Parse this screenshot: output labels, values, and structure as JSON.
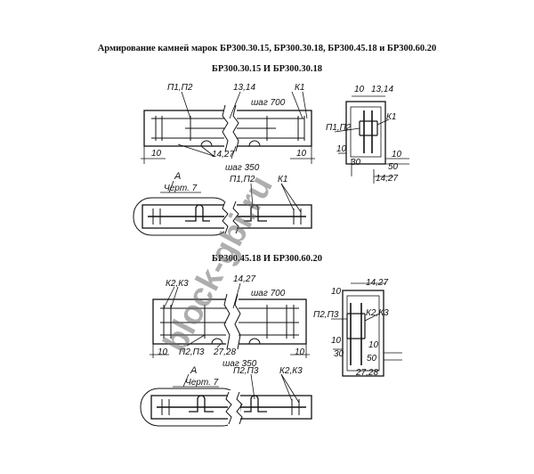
{
  "title": "Армирование камней марок БР300.30.15, БР300.30.18, БР300.45.18 и БР300.60.20",
  "section1": {
    "heading": "БР300.30.15 И БР300.30.18",
    "labels": {
      "p1p2": "П1,П2",
      "b1314": "13,14",
      "k1": "К1",
      "step700": "шаг 700",
      "b1427": "14,27",
      "step350": "шаг 350",
      "d10a": "10",
      "d10b": "10",
      "callout_a": "А",
      "callout_ref": "Черт. 7",
      "p1p2_plan": "П1,П2",
      "k1_plan": "К1"
    },
    "section_view": {
      "d10_top": "10",
      "b1314": "13,14",
      "k1": "К1",
      "p1p2": "П1,П2",
      "d10_mid": "10",
      "d10_right": "10",
      "d30": "30",
      "d50": "50",
      "b1427": "14,27"
    }
  },
  "section2": {
    "heading": "БР300.45.18 И БР300.60.20",
    "labels": {
      "b1427": "14,27",
      "k2k3": "К2,К3",
      "step700": "шаг 700",
      "d10a": "10",
      "p2p3": "П2,П3",
      "b2728": "27,28",
      "step350": "шаг 350",
      "d10b": "10",
      "callout_a": "А",
      "callout_ref": "Черт. 7",
      "p2p3_plan": "П2,П3",
      "k2k3_plan": "К2,К3"
    },
    "section_view": {
      "d10_top": "10",
      "b1427": "14,27",
      "p2p3": "П2,П3",
      "k2k3": "К2,К3",
      "d10_mid": "10",
      "d30": "30",
      "d10_right": "10",
      "d50": "50",
      "b2728": "27,28"
    }
  },
  "watermark": "block-gbi.ru"
}
